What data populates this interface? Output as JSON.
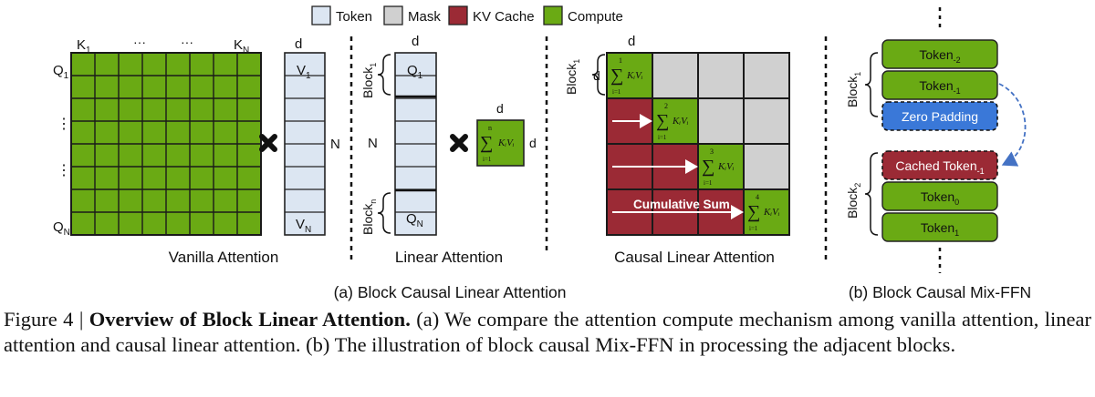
{
  "legend": {
    "token": {
      "label": "Token",
      "color": "#dce6f2"
    },
    "mask": {
      "label": "Mask",
      "color": "#d0d0d0"
    },
    "kv": {
      "label": "KV Cache",
      "color": "#9b2a35"
    },
    "compute": {
      "label": "Compute",
      "color": "#6aaa14"
    }
  },
  "vanilla": {
    "k1": "K",
    "k1_sub": "1",
    "kn": "K",
    "kn_sub": "N",
    "dots": "···",
    "q1": "Q",
    "q1_sub": "1",
    "qn": "Q",
    "qn_sub": "N",
    "vdots": "⋮",
    "d": "d",
    "n": "N",
    "v1": "V",
    "v1_sub": "1",
    "vn": "V",
    "vn_sub": "N",
    "title": "Vanilla Attention"
  },
  "linear": {
    "d": "d",
    "n": "N",
    "block1": "Block",
    "block1_sub": "1",
    "blockn": "Block",
    "blockn_sub": "n",
    "q1": "Q",
    "q1_sub": "1",
    "qn": "Q",
    "qn_sub": "N",
    "sum_top": "n",
    "sum_bot": "i=1",
    "sum_term": "KᵢVᵢ",
    "title": "Linear Attention"
  },
  "causal": {
    "d": "d",
    "block1": "Block",
    "block1_sub": "1",
    "sum_tops": [
      "1",
      "2",
      "3",
      "4"
    ],
    "sum_bot": "i=1",
    "sum_term": "KᵢVᵢ",
    "cumulative": "Cumulative Sum",
    "title": "Causal Linear Attention"
  },
  "ffn": {
    "block1": "Block",
    "block1_sub": "1",
    "block2": "Block",
    "block2_sub": "2",
    "tokens_top": [
      {
        "base": "Token",
        "sub": "-2"
      },
      {
        "base": "Token",
        "sub": "-1"
      }
    ],
    "zero_padding": "Zero Padding",
    "cached": {
      "base": "Cached Token",
      "sub": "-1"
    },
    "tokens_bottom": [
      {
        "base": "Token",
        "sub": "0"
      },
      {
        "base": "Token",
        "sub": "1"
      }
    ],
    "zero_color": "#3a78d8",
    "arrow_color": "#4472c4"
  },
  "subcaptions": {
    "a": "(a) Block Causal Linear Attention",
    "b": "(b) Block Causal Mix-FFN"
  },
  "caption": {
    "prefix": "Figure 4 | ",
    "bold": "Overview of Block Linear Attention.",
    "rest": " (a) We compare the attention compute mechanism among vanilla attention, linear attention and causal linear attention. (b) The illustration of block causal Mix-FFN in processing the adjacent blocks."
  }
}
